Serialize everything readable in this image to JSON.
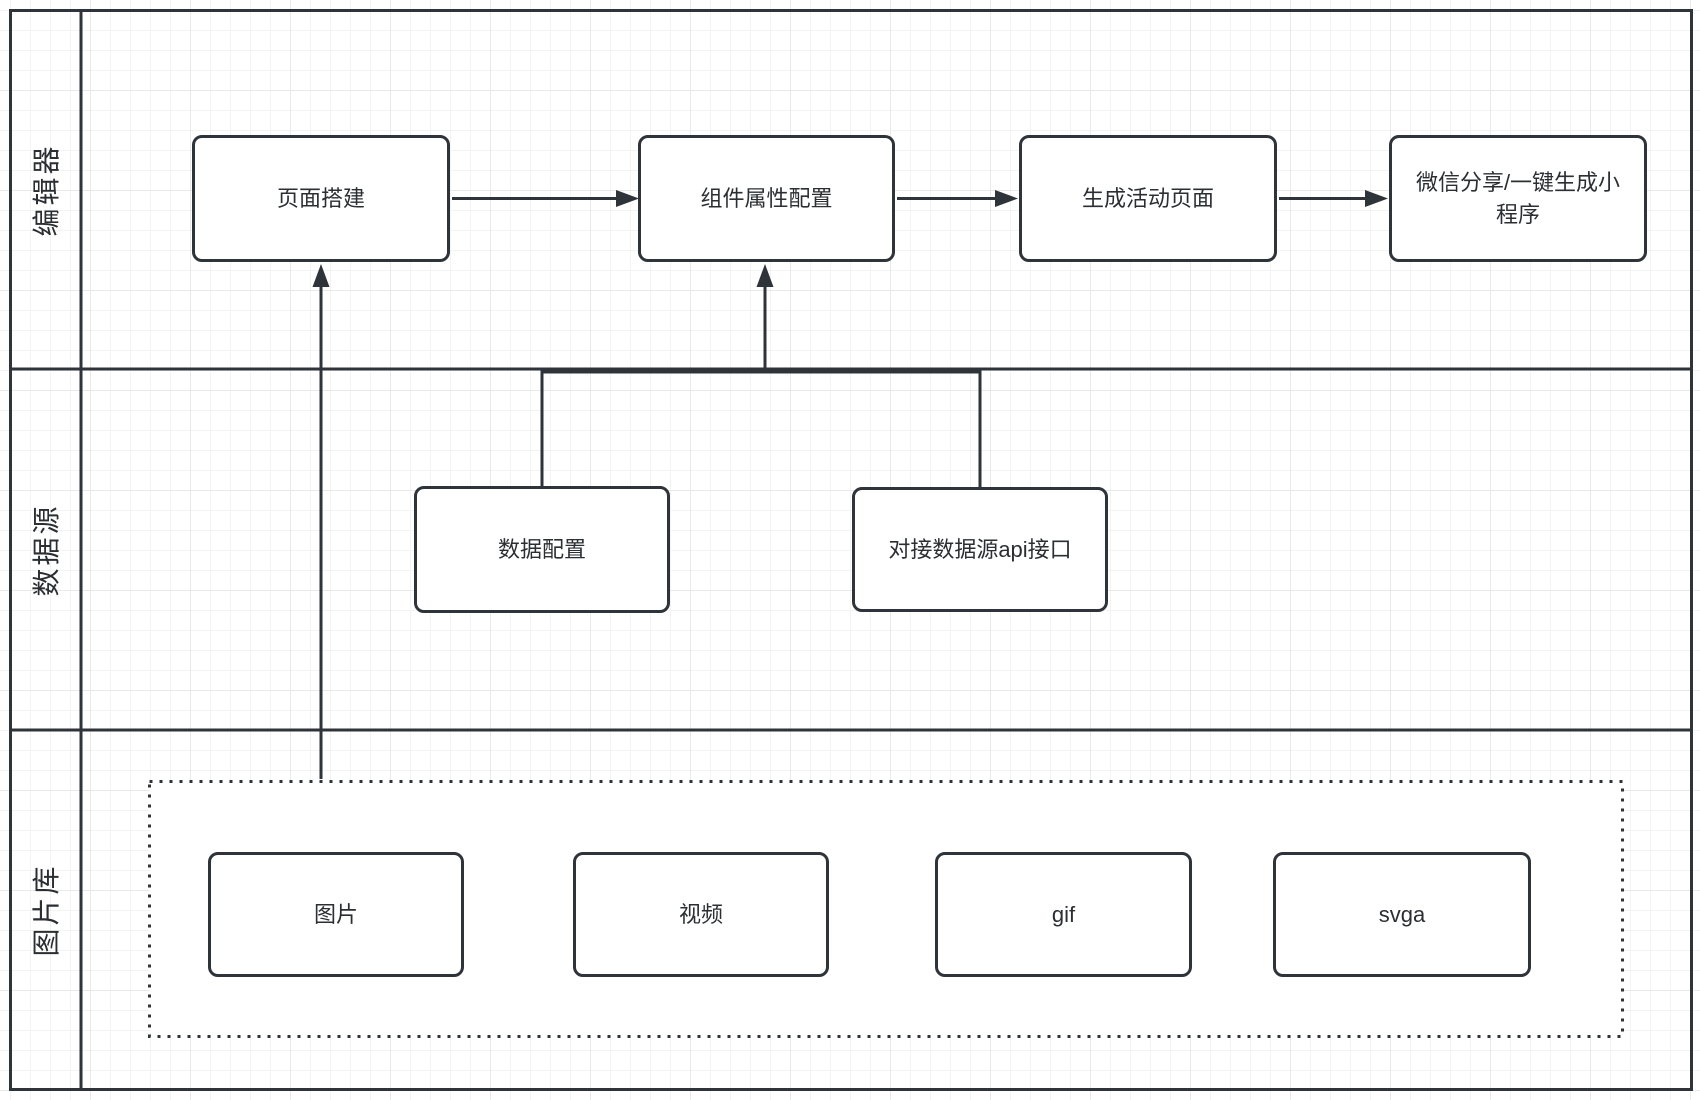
{
  "diagram": {
    "lanes": [
      {
        "label": "编辑器"
      },
      {
        "label": "数据源"
      },
      {
        "label": "图片库"
      }
    ],
    "editor_flow": [
      {
        "label": "页面搭建"
      },
      {
        "label": "组件属性配置"
      },
      {
        "label": "生成活动页面"
      },
      {
        "label": "微信分享/一键生成小程序"
      }
    ],
    "datasource_nodes": [
      {
        "label": "数据配置"
      },
      {
        "label": "对接数据源api接口"
      }
    ],
    "gallery_nodes": [
      {
        "label": "图片"
      },
      {
        "label": "视频"
      },
      {
        "label": "gif"
      },
      {
        "label": "svga"
      }
    ],
    "edges": [
      {
        "from": "页面搭建",
        "to": "组件属性配置",
        "arrow": true
      },
      {
        "from": "组件属性配置",
        "to": "生成活动页面",
        "arrow": true
      },
      {
        "from": "生成活动页面",
        "to": "微信分享/一键生成小程序",
        "arrow": true
      },
      {
        "from": "图片库容器",
        "to": "页面搭建",
        "arrow": true
      },
      {
        "from": "数据配置",
        "to": "组件属性配置",
        "arrow": true
      },
      {
        "from": "对接数据源api接口",
        "to": "组件属性配置",
        "arrow": true
      }
    ],
    "colors": {
      "stroke": "#2f343a",
      "text": "#2b2f33",
      "node_fill": "#ffffff",
      "background": "#ffffff",
      "grid_minor": "#f3f3f3",
      "grid_major": "#e9e9e9"
    }
  }
}
